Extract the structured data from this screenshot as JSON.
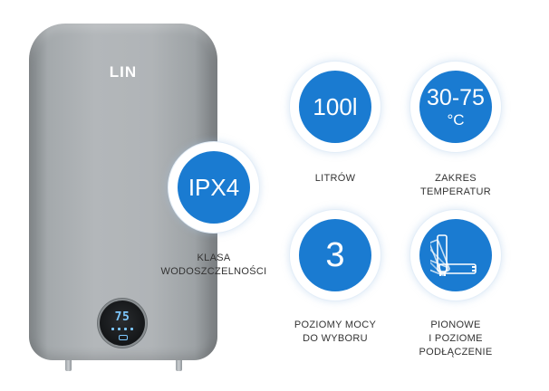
{
  "product": {
    "brand_logo": "LIN",
    "display_temperature": "75",
    "colors": {
      "body": "#b0b4b7",
      "display_digits": "#7ec8ff"
    }
  },
  "features": [
    {
      "value": "IPX4",
      "label_lines": [
        "KLASA",
        "WODOSZCZELNOŚCI"
      ]
    },
    {
      "value": "100l",
      "label_lines": [
        "LITRÓW"
      ]
    },
    {
      "value_line1": "30-75",
      "value_line2": "°C",
      "label_lines": [
        "ZAKRES",
        "TEMPERATUR"
      ]
    },
    {
      "value": "3",
      "label_lines": [
        "POZIOMY MOCY",
        "DO WYBORU"
      ]
    },
    {
      "icon": "vertical-horizontal-mount-icon",
      "label_lines": [
        "PIONOWE",
        "I POZIOME",
        "PODŁĄCZENIE"
      ]
    }
  ],
  "colors": {
    "accent": "#1a7bd1",
    "text": "#333333"
  }
}
